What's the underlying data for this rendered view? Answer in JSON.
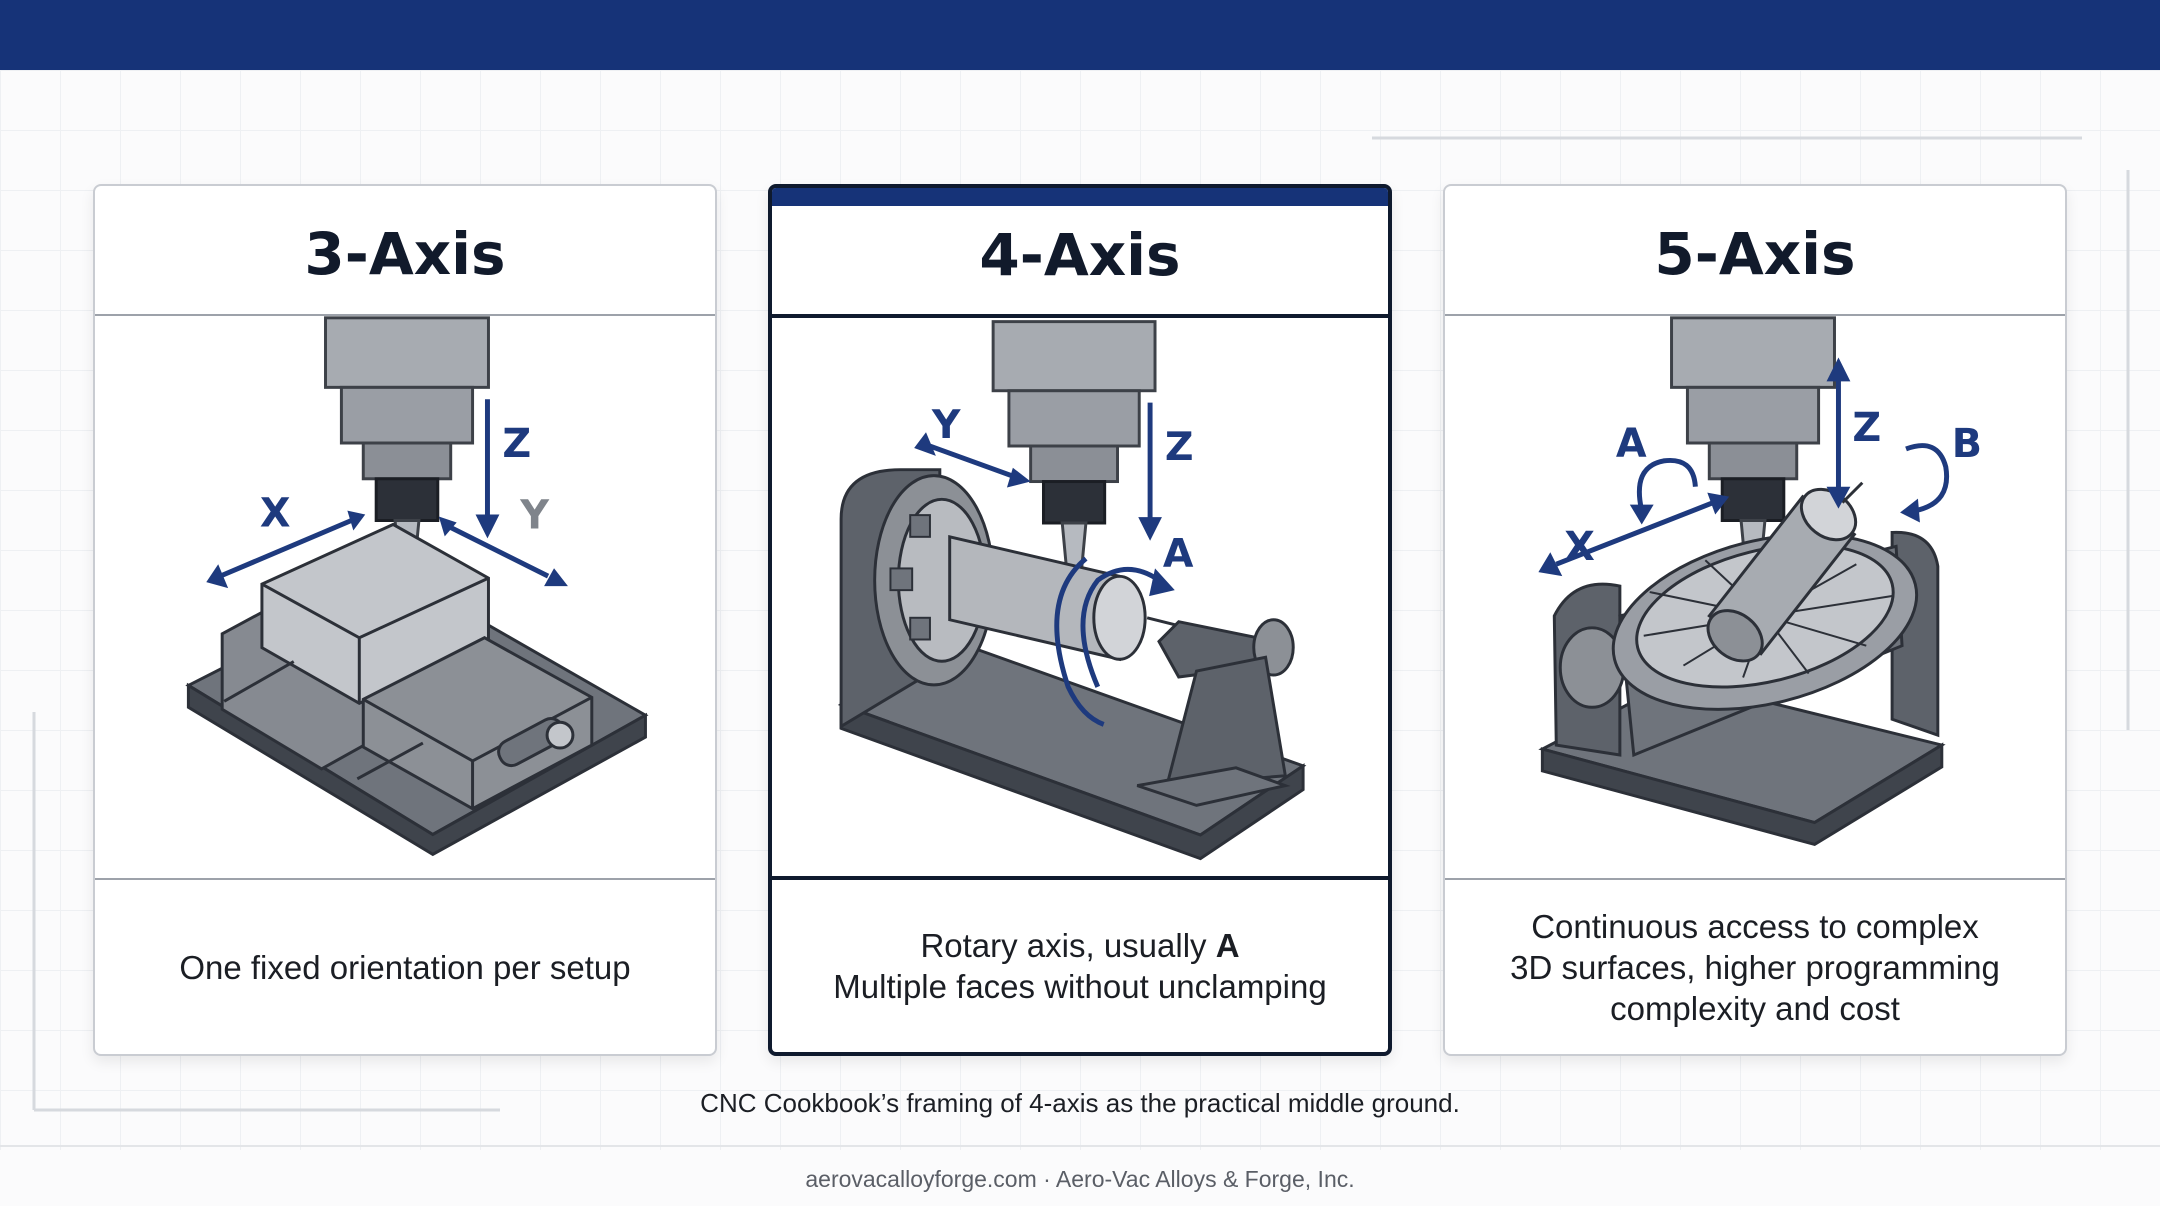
{
  "cards": [
    {
      "title": "3-Axis",
      "desc_line1": "One fixed orientation per setup",
      "axes": [
        "X",
        "Y",
        "Z"
      ]
    },
    {
      "title": "4-Axis",
      "desc_line1_prefix": "Rotary axis, usually ",
      "desc_line1_bold": "A",
      "desc_line2": "Multiple faces without unclamping",
      "axes": [
        "Y",
        "Z",
        "A"
      ]
    },
    {
      "title": "5-Axis",
      "desc_line1": "Continuous access to complex",
      "desc_line2": "3D surfaces, higher programming",
      "desc_line3": "complexity and cost",
      "axes": [
        "X",
        "A",
        "Z",
        "B"
      ]
    }
  ],
  "caption": "CNC Cookbook’s framing of 4-axis as the practical middle ground.",
  "footer": "aerovacalloyforge.com · Aero-Vac Alloys & Forge, Inc.",
  "colors": {
    "brand": "#163378",
    "axis": "#1e3a7e",
    "metal": "#8c9096",
    "dark": "#4a4f57"
  }
}
